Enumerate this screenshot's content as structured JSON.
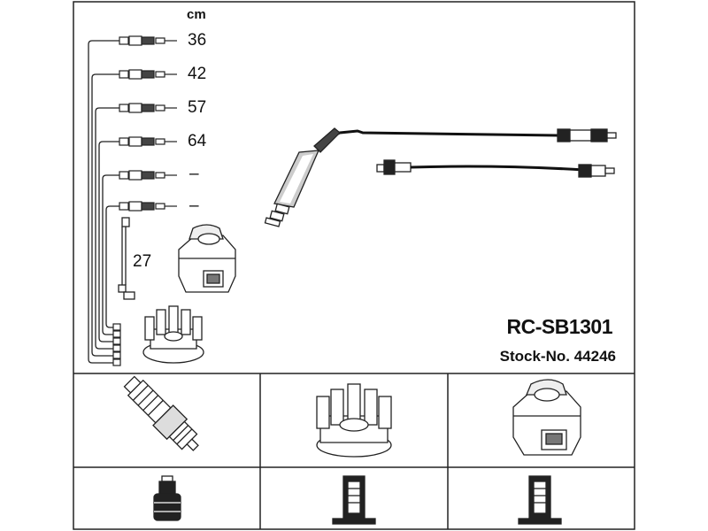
{
  "unit_label": "cm",
  "wire_lengths": [
    "36",
    "42",
    "57",
    "64",
    "–",
    "–"
  ],
  "coil_lead_length": "27",
  "product_code": "RC-SB1301",
  "stock_label": "Stock-No.",
  "stock_number": "44246",
  "icons": [
    "spark-plug-icon",
    "distributor-cap-icon",
    "ignition-coil-icon",
    "plug-terminal-icon",
    "cap-terminal-icon",
    "coil-terminal-icon"
  ]
}
